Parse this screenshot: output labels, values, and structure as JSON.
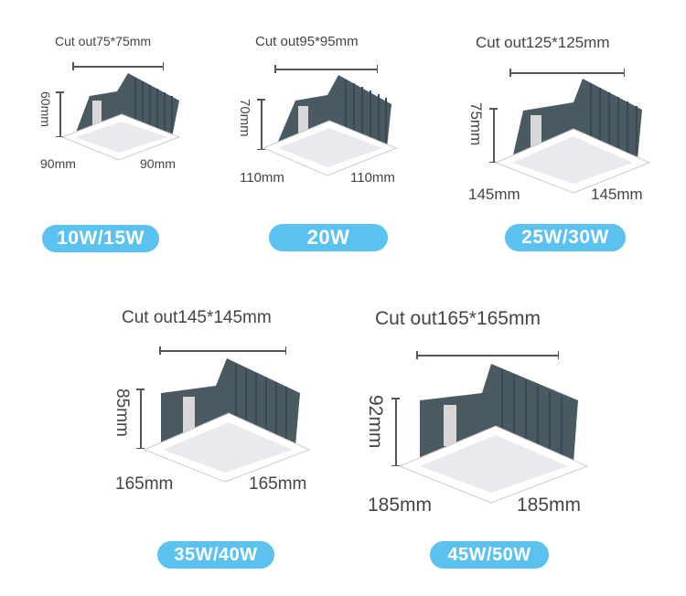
{
  "products": [
    {
      "cutout": "Cut out75*75mm",
      "height": "60mm",
      "width_left": "90mm",
      "width_right": "90mm",
      "wattage": "10W/15W"
    },
    {
      "cutout": "Cut out95*95mm",
      "height": "70mm",
      "width_left": "110mm",
      "width_right": "110mm",
      "wattage": "20W"
    },
    {
      "cutout": "Cut out125*125mm",
      "height": "75mm",
      "width_left": "145mm",
      "width_right": "145mm",
      "wattage": "25W/30W"
    },
    {
      "cutout": "Cut out145*145mm",
      "height": "85mm",
      "width_left": "165mm",
      "width_right": "165mm",
      "wattage": "35W/40W"
    },
    {
      "cutout": "Cut out165*165mm",
      "height": "92mm",
      "width_left": "185mm",
      "width_right": "185mm",
      "wattage": "45W/50W"
    }
  ],
  "colors": {
    "badge": "#5bc1ee",
    "heatsink": "#4a5a63",
    "trim": "#ffffff",
    "text": "#444444"
  }
}
